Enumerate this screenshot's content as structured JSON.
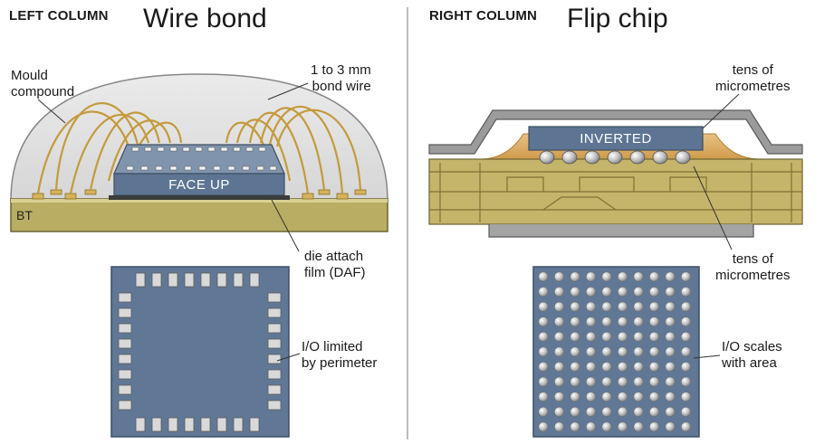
{
  "left": {
    "column_label": "LEFT COLUMN",
    "title": "Wire bond",
    "mould_label": "Mould\ncompound",
    "wire_label": "1 to 3 mm\nbond wire",
    "die_label": "FACE UP",
    "substrate_label": "BT",
    "daf_label": "die attach\nfilm (DAF)",
    "io_label": "I/O limited\nby perimeter"
  },
  "right": {
    "column_label": "RIGHT COLUMN",
    "title": "Flip chip",
    "gap_label_top": "tens of\nmicrometres",
    "die_label": "INVERTED",
    "gap_label_bottom": "tens of\nmicrometres",
    "io_label": "I/O scales\nwith area"
  },
  "colors": {
    "die": "#5f7896",
    "gold": "#c9a24a",
    "substrate": "#b8ac63",
    "underfill": "#dcb06b",
    "mould": "#d6d6d6",
    "lid": "#9a9a9a"
  }
}
